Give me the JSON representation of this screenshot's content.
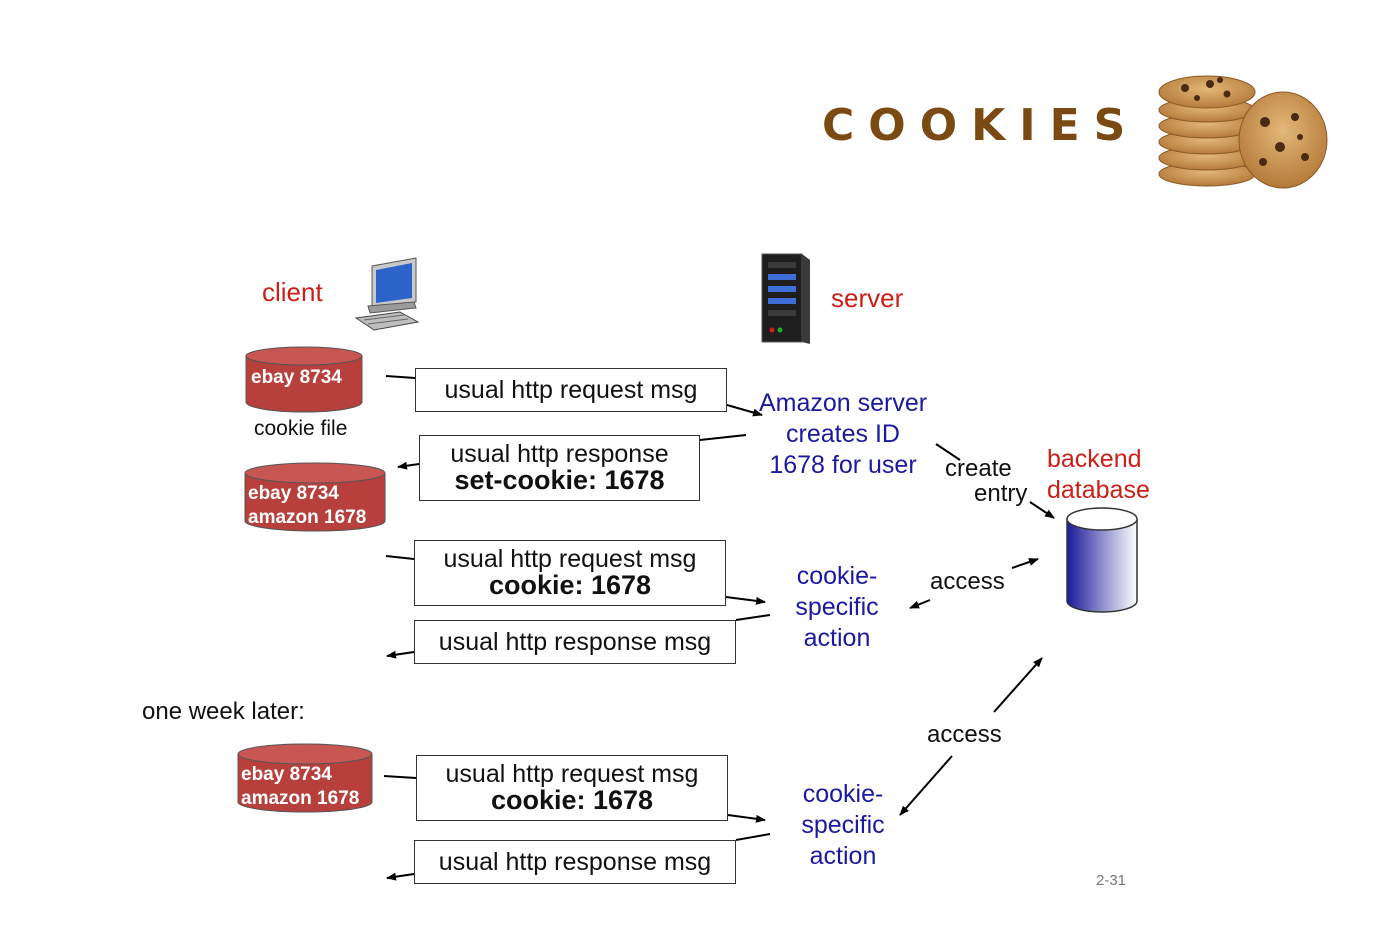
{
  "title": "COOKIES",
  "labels": {
    "client": "client",
    "server": "server",
    "cookie_file": "cookie file",
    "backend": "backend",
    "database": "database",
    "one_week_later": "one week later:",
    "create": "create",
    "entry": "entry",
    "access_1": "access",
    "access_2": "access"
  },
  "cookie_files": [
    {
      "lines": [
        "ebay 8734"
      ]
    },
    {
      "lines": [
        "ebay 8734",
        "amazon 1678"
      ]
    },
    {
      "lines": [
        "ebay 8734",
        "amazon 1678"
      ]
    }
  ],
  "messages": [
    {
      "line1": "usual http request msg",
      "line2": ""
    },
    {
      "line1": "usual http response",
      "line2": "set-cookie: 1678"
    },
    {
      "line1": "usual http request msg",
      "line2": "cookie: 1678"
    },
    {
      "line1": "usual http response msg",
      "line2": ""
    },
    {
      "line1": "usual http request msg",
      "line2": "cookie: 1678"
    },
    {
      "line1": "usual http response msg",
      "line2": ""
    }
  ],
  "server_notes": {
    "amazon": [
      "Amazon server",
      "creates ID",
      "1678 for user"
    ],
    "action_1": [
      "cookie-",
      "specific",
      "action"
    ],
    "action_2": [
      "cookie-",
      "specific",
      "action"
    ]
  },
  "page_number": "2-31",
  "icons": [
    "cookie-stack-icon",
    "computer-icon",
    "server-icon",
    "database-icon"
  ],
  "colors": {
    "title": "#7a4a12",
    "entity_label": "#cc1f16",
    "server_note": "#1a1aa0",
    "cookie_file": "#b7403d",
    "database": "#1a1a9a"
  }
}
